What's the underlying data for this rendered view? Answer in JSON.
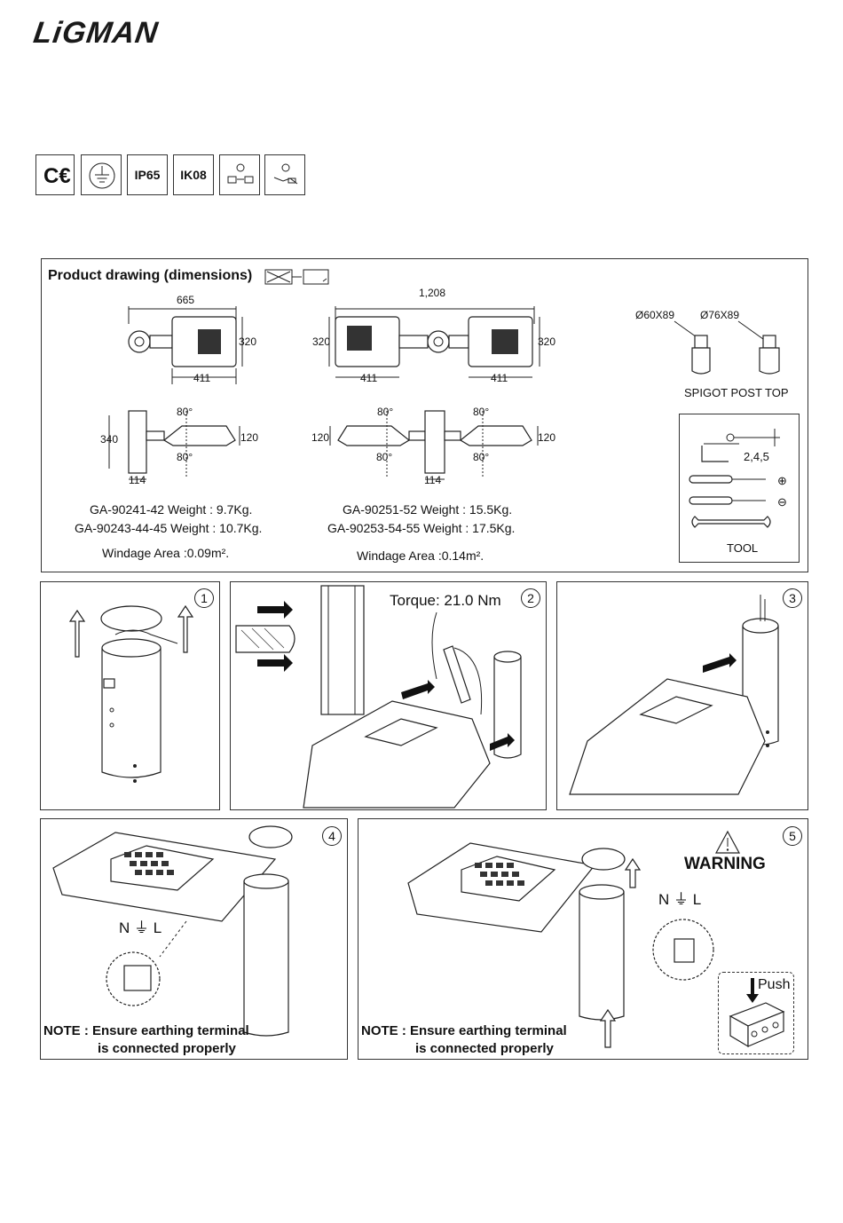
{
  "brand": {
    "logo_text": "LiGMAN"
  },
  "certifications": [
    {
      "icon": "ce-mark-icon",
      "label": "CE"
    },
    {
      "icon": "earth-ground-icon",
      "label": ""
    },
    {
      "icon": "ip-rating",
      "label": "IP65"
    },
    {
      "icon": "ik-rating",
      "label": "IK08"
    },
    {
      "icon": "mounting-options-icon",
      "label": ""
    },
    {
      "icon": "side-mount-icon",
      "label": ""
    }
  ],
  "drawing": {
    "title": "Product drawing (dimensions)",
    "single": {
      "width_total": "665",
      "height": "320",
      "body_width": "411",
      "side_height": "340",
      "side_depth": "120",
      "tilt_up": "80°",
      "tilt_down": "80°",
      "spigot_offset": "114",
      "model_line1": "GA-90241-42 Weight : 9.7Kg.",
      "model_line2": "GA-90243-44-45 Weight : 10.7Kg.",
      "windage": "Windage Area :0.09m²."
    },
    "double": {
      "width_total": "1,208",
      "height_left": "320",
      "height_right": "320",
      "body_width_left": "411",
      "body_width_right": "411",
      "side_left": "120",
      "side_right": "120",
      "tilt_up_left": "80°",
      "tilt_down_left": "80°",
      "tilt_up_right": "80°",
      "tilt_down_right": "80°",
      "spigot_offset": "114",
      "model_line1": "GA-90251-52 Weight : 15.5Kg.",
      "model_line2": "GA-90253-54-55 Weight : 17.5Kg.",
      "windage": "Windage Area :0.14m²."
    },
    "spigot": {
      "size_a": "Ø60X89",
      "size_b": "Ø76X89",
      "caption": "SPIGOT POST TOP"
    },
    "tools": {
      "hex_sizes": "2,4,5",
      "caption": "TOOL"
    }
  },
  "steps": [
    {
      "number": "1"
    },
    {
      "number": "2",
      "torque": "Torque: 21.0 Nm"
    },
    {
      "number": "3"
    },
    {
      "number": "4",
      "terminals": "N ⏚ L",
      "note_line1": "NOTE : Ensure earthing terminal",
      "note_line2": "is connected properly"
    },
    {
      "number": "5",
      "warning": "WARNING",
      "terminals": "N ⏚ L",
      "push": "Push",
      "note_line1": "NOTE : Ensure earthing terminal",
      "note_line2": "is connected properly"
    }
  ]
}
